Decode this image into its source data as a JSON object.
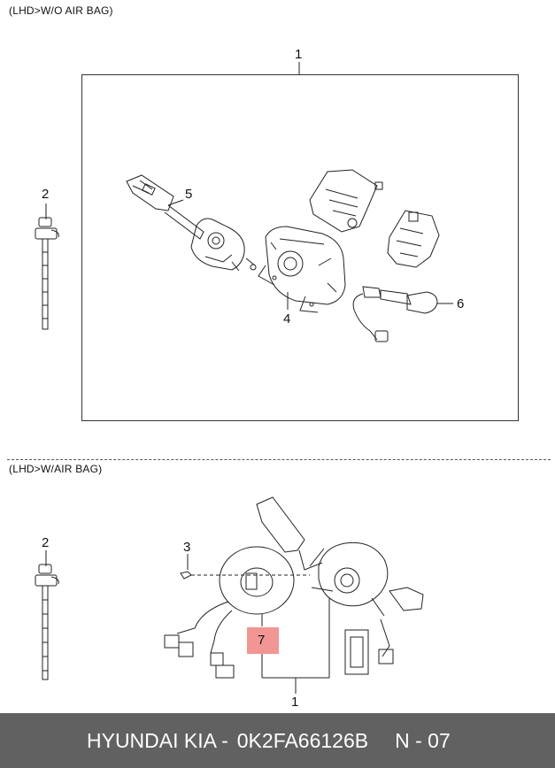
{
  "sections": {
    "top_label": "(LHD>W/O AIR BAG)",
    "bottom_label": "(LHD>W/AIR BAG)"
  },
  "callouts": {
    "top": {
      "c1": "1",
      "c2": "2",
      "c5": "5",
      "c4": "4",
      "c6": "6"
    },
    "bottom": {
      "c2": "2",
      "c3": "3",
      "c7": "7",
      "c1": "1"
    }
  },
  "footer": {
    "brand": "HYUNDAI  KIA -",
    "part_number": "0K2FA66126B",
    "page": "N - 07"
  },
  "colors": {
    "footer_bg": "#616161",
    "highlight": "#ef8a8a"
  }
}
